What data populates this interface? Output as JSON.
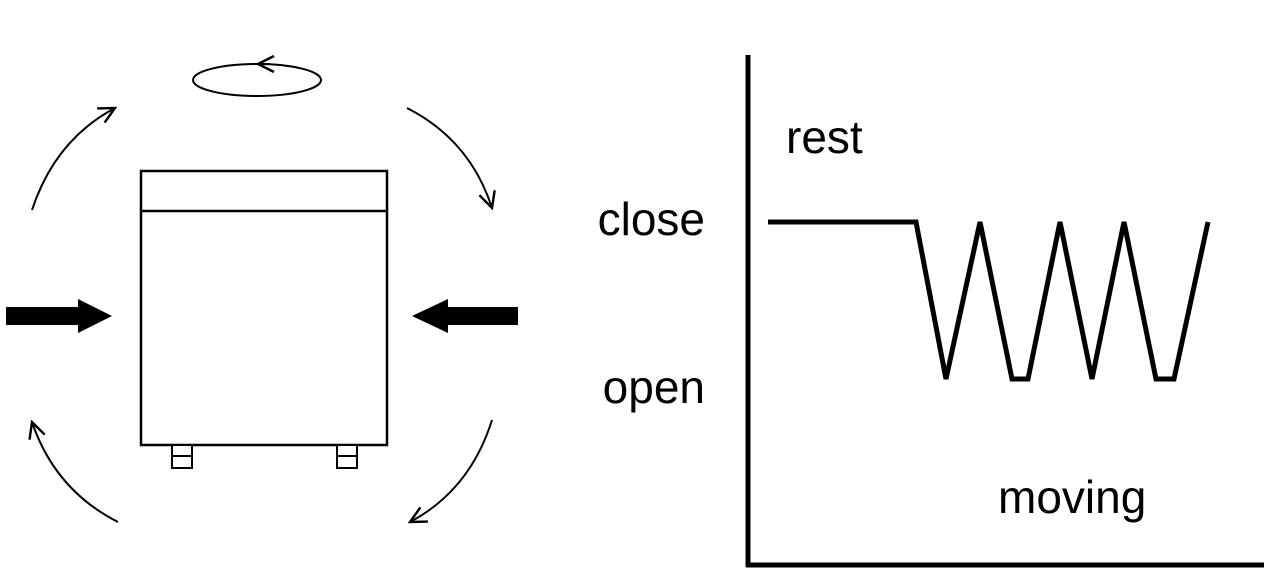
{
  "diagram": {
    "labels": {
      "rest": "rest",
      "close": "close",
      "open": "open",
      "moving": "moving"
    },
    "colors": {
      "stroke": "#000000",
      "background": "#ffffff"
    },
    "signal": {
      "levels": [
        "open",
        "close"
      ],
      "rest_state": "close",
      "moving_oscillations": 4
    }
  }
}
